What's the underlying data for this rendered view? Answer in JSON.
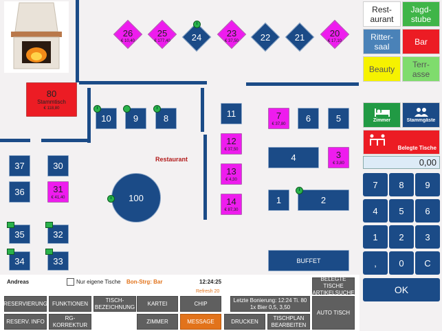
{
  "areas": [
    {
      "label": "Rest-\naurant",
      "bg": "#ffffff",
      "fg": "#222222"
    },
    {
      "label": "Jagd-\nstube",
      "bg": "#3fb548",
      "fg": "#ffffff"
    },
    {
      "label": "Ritter-\nsaal",
      "bg": "#4a82b8",
      "fg": "#ffffff"
    },
    {
      "label": "Bar",
      "bg": "#ec1c24",
      "fg": "#ffffff"
    },
    {
      "label": "Beauty",
      "bg": "#f6f200",
      "fg": "#555555"
    },
    {
      "label": "Terr-\nasse",
      "bg": "#7fdc6d",
      "fg": "#555555"
    }
  ],
  "room_buttons": {
    "zimmer": "Zimmer",
    "stammgaeste": "Stammgäste",
    "belegte": "Belegte Tische"
  },
  "amount": "0,00",
  "keypad": [
    "7",
    "8",
    "9",
    "4",
    "5",
    "6",
    "1",
    "2",
    "3",
    ",",
    "0",
    "C"
  ],
  "ok": "OK",
  "floor": {
    "room_label": "Restaurant",
    "stammtisch": {
      "num": "80",
      "name": "Stammtisch",
      "amount": "€ 118,80"
    },
    "diamonds": [
      {
        "num": "26",
        "amount": "€ 10,40",
        "occ": true
      },
      {
        "num": "25",
        "amount": "€ 177,40",
        "occ": true
      },
      {
        "num": "24",
        "amount": "",
        "occ": false
      },
      {
        "num": "23",
        "amount": "€ 37,50",
        "occ": true
      },
      {
        "num": "22",
        "amount": "",
        "occ": false
      },
      {
        "num": "21",
        "amount": "",
        "occ": false
      },
      {
        "num": "20",
        "amount": "€ 17,10",
        "occ": true
      }
    ],
    "tables": {
      "t10": "10",
      "t9": "9",
      "t8": "8",
      "t11": "11",
      "t12": {
        "num": "12",
        "amount": "€ 37,50"
      },
      "t13": {
        "num": "13",
        "amount": "€ 4,30"
      },
      "t14": {
        "num": "14",
        "amount": "€ 87,30"
      },
      "t7": {
        "num": "7",
        "amount": "€ 37,80"
      },
      "t6": "6",
      "t5": "5",
      "t4": "4",
      "t3": {
        "num": "3",
        "amount": "€ 3,80"
      },
      "t1": "1",
      "t2": "2",
      "t37": "37",
      "t30": "30",
      "t36": "36",
      "t31": {
        "num": "31",
        "amount": "€ 41,40"
      },
      "t35": "35",
      "t32": "32",
      "t34": "34",
      "t33": "33",
      "t100": "100"
    },
    "buffet": "BUFFET"
  },
  "status": {
    "user": "Andreas",
    "own_tables": "Nur eigene Tische",
    "bon": "Bon-Strg: Bar",
    "time": "12:24:25",
    "refresh": "Refresh 20"
  },
  "bottom": {
    "reservierung": "RESERVIERUNG",
    "funktionen": "FUNKTIONEN",
    "tischbez": "TISCH-\nBEZEICHNUNG",
    "kartei": "KARTEI",
    "chip": "CHIP",
    "last_bon_1": "Letzte Bonierung: 12:24 Ti. 80",
    "last_bon_2": "1x Bier 0,5, 3,50",
    "belegte_suche": "BELEGTE TISCHE\nARTIKELSUCHE",
    "reserv_info": "RESERV. INFO",
    "rg_korrektur": "RG-KORREKTUR",
    "zimmer": "ZIMMER",
    "message": "MESSAGE",
    "drucken": "DRUCKEN",
    "tischplan": "TISCHPLAN\nBEARBEITEN",
    "auto_tisch": "AUTO TISCH"
  }
}
